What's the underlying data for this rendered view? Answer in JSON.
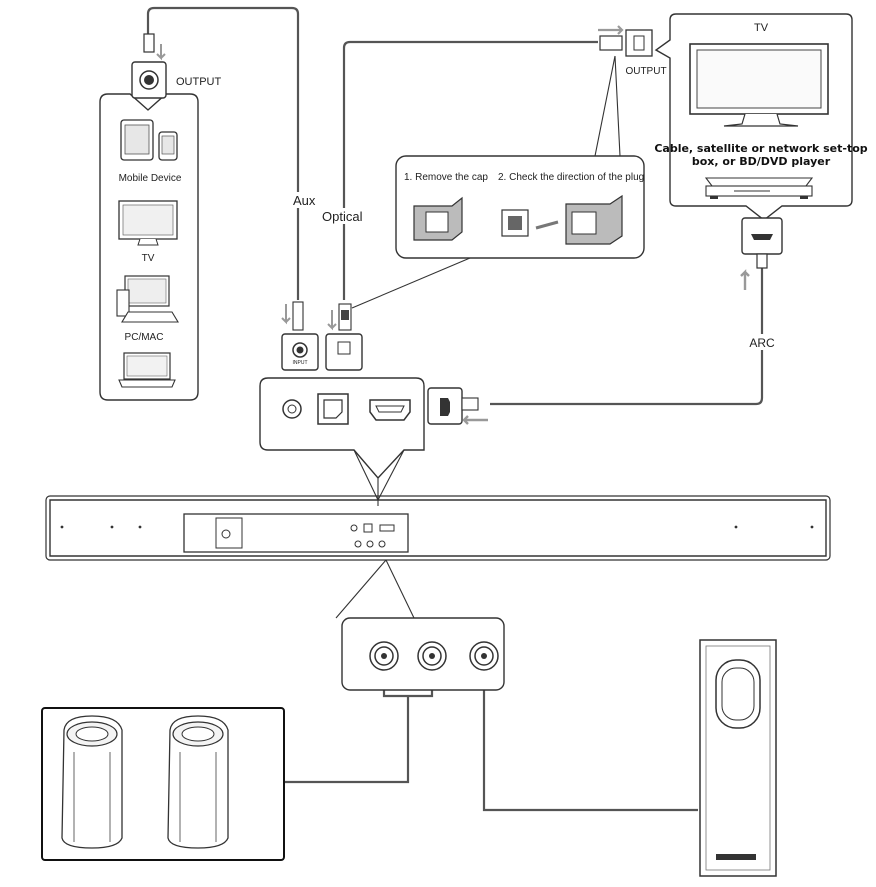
{
  "labels": {
    "output_left": "OUTPUT",
    "output_right": "OUTPUT",
    "tv_title": "TV",
    "tv_caption_line1": "Cable, satellite or network set-top",
    "tv_caption_line2": "box, or BD/DVD player",
    "aux": "Aux",
    "optical": "Optical",
    "arc": "ARC",
    "input": "INPUT"
  },
  "devices": {
    "mobile": "Mobile Device",
    "tv": "TV",
    "pc": "PC/MAC"
  },
  "callout": {
    "step1": "1.  Remove the cap",
    "step2": "2.  Check the direction of the plug"
  }
}
